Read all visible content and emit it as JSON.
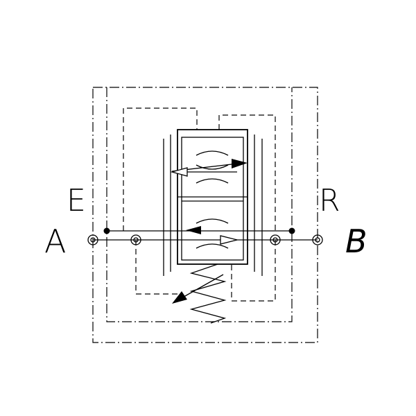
{
  "diagram": {
    "type": "hydraulic-valve-symbol",
    "ports": {
      "left": "A",
      "right": "B",
      "upper_left": "E",
      "upper_right": "R"
    },
    "colors": {
      "line": "#000000",
      "background": "#ffffff"
    }
  }
}
